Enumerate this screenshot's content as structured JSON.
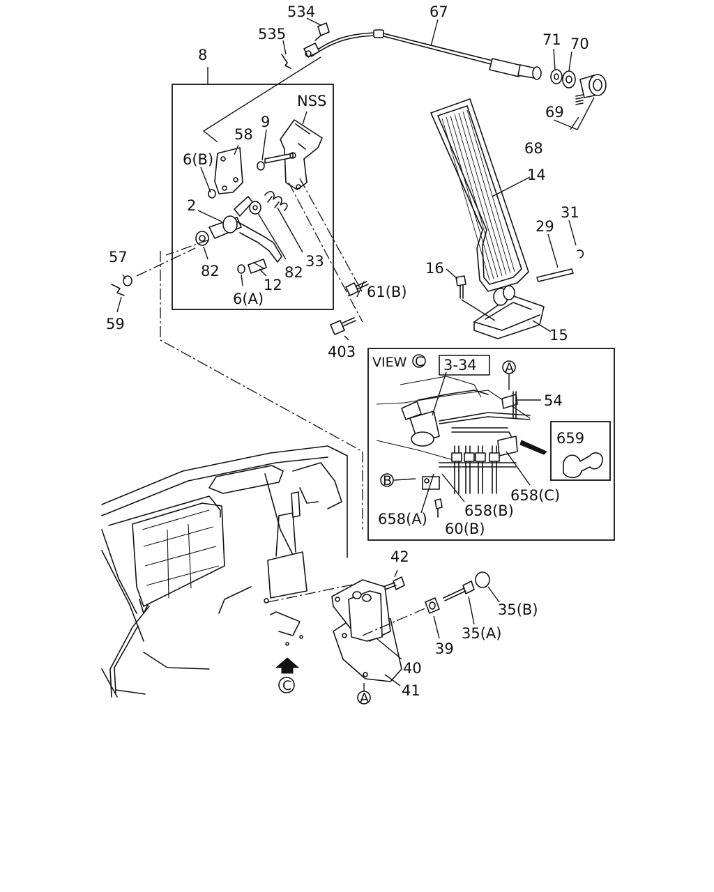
{
  "diagram": {
    "labels": {
      "p534": "534",
      "p67": "67",
      "p535": "535",
      "p8": "8",
      "p71": "71",
      "p70": "70",
      "p69": "69",
      "p68": "68",
      "nss": "NSS",
      "p9": "9",
      "p58": "58",
      "p6b": "6(B)",
      "p2": "2",
      "p57": "57",
      "p82a": "82",
      "p82b": "82",
      "p33": "33",
      "p12": "12",
      "p6a": "6(A)",
      "p59": "59",
      "p61b": "61(B)",
      "p403": "403",
      "p14": "14",
      "p31": "31",
      "p29": "29",
      "p16": "16",
      "p15": "15",
      "view": "VIEW",
      "view_c": "C",
      "ref_box": "3-34",
      "callout_a_top": "A",
      "p54": "54",
      "p659": "659",
      "callout_b": "B",
      "p658c": "658(C)",
      "p658a": "658(A)",
      "p658b": "658(B)",
      "p60b": "60(B)",
      "p42": "42",
      "p35b": "35(B)",
      "p35a": "35(A)",
      "p39": "39",
      "p40": "40",
      "p41": "41",
      "callout_a_bottom": "A",
      "view_marker": "C"
    }
  }
}
